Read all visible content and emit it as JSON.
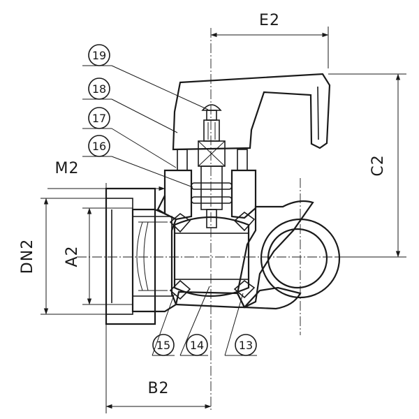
{
  "dimensions": {
    "e2": "E2",
    "c2": "C2",
    "m2": "M2",
    "dn2": "DN2",
    "a2": "A2",
    "b2": "B2"
  },
  "callouts": {
    "c19": "19",
    "c18": "18",
    "c17": "17",
    "c16": "16",
    "c15": "15",
    "c14": "14",
    "c13": "13"
  }
}
